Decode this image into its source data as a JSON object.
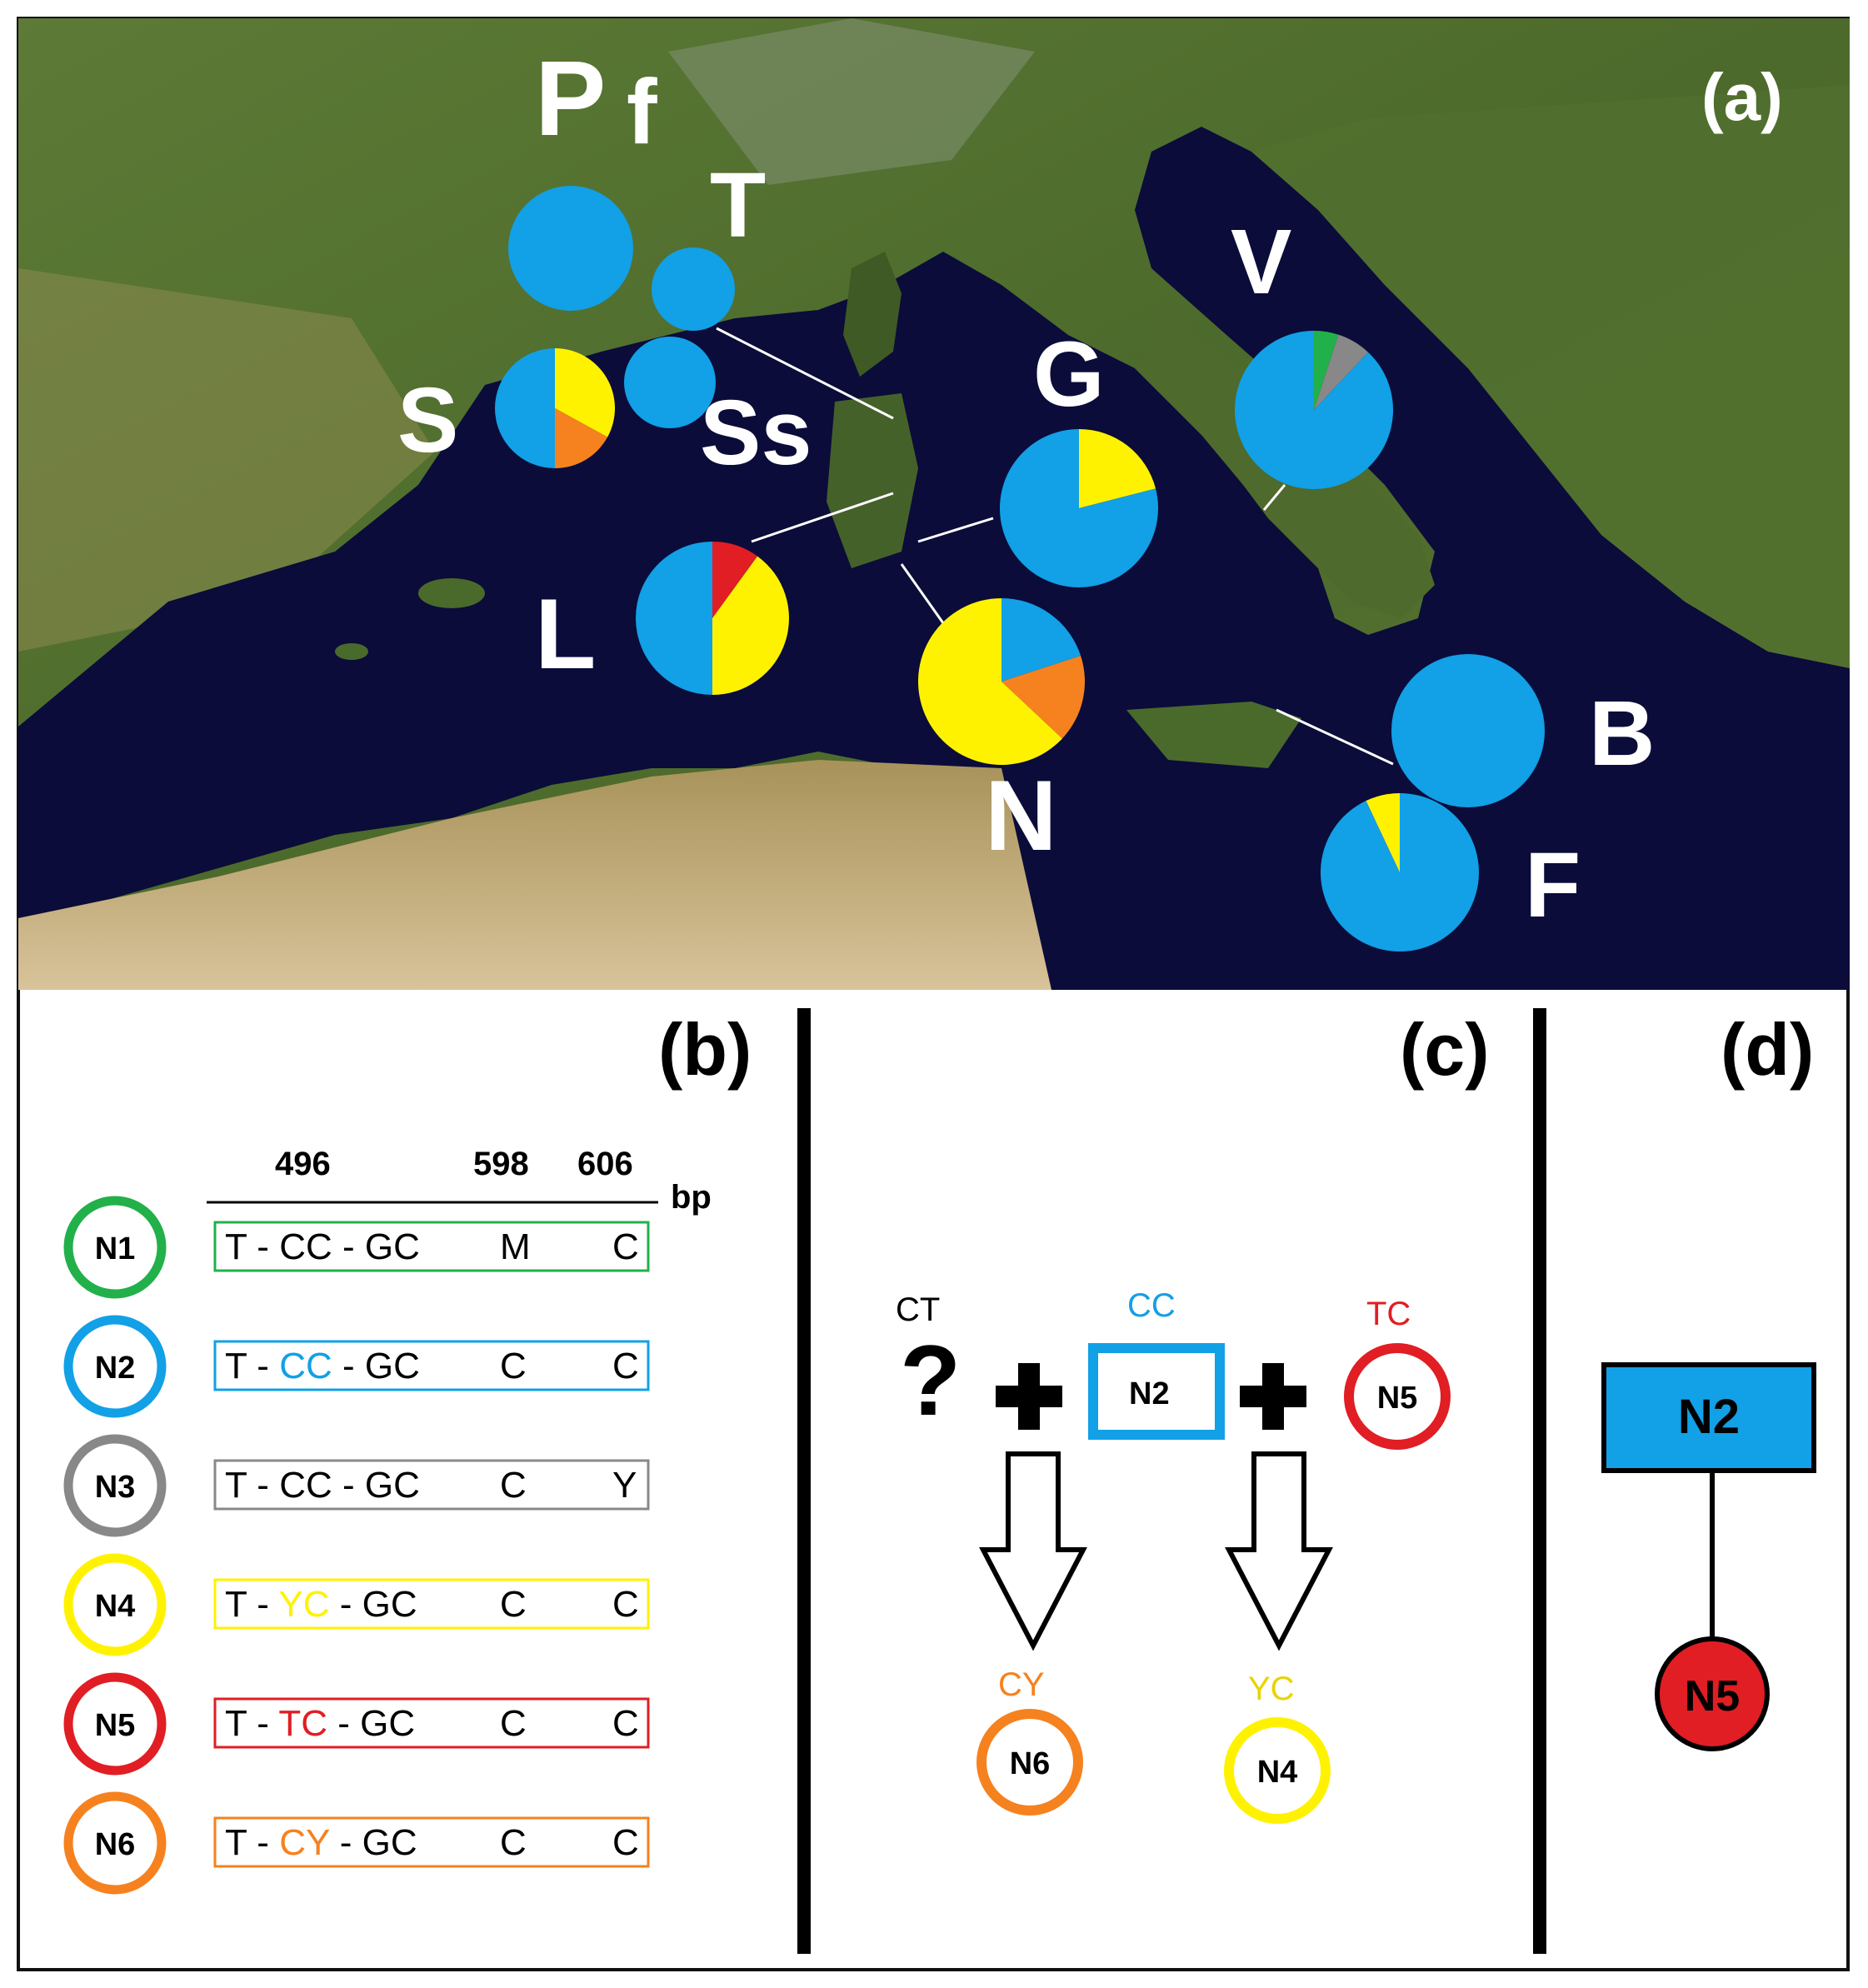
{
  "panels": {
    "a": "(a)",
    "b": "(b)",
    "c": "(c)",
    "d": "(d)"
  },
  "colors": {
    "N1": "#22b04a",
    "N2": "#12a0e6",
    "N3": "#888888",
    "N4": "#fff200",
    "N5": "#e01e24",
    "N6": "#f5821f",
    "sea": "#0b0c3a",
    "land": "#4f6b2e"
  },
  "map_labels": {
    "Pf_P": "P",
    "Pf_f": "f",
    "T": "T",
    "S": "S",
    "Ss": "Ss",
    "G": "G",
    "V": "V",
    "L": "L",
    "N": "N",
    "B": "B",
    "F": "F"
  },
  "populations": [
    {
      "id": "Pf",
      "slices": [
        {
          "hap": "N2",
          "fraction": 1.0
        }
      ]
    },
    {
      "id": "T",
      "slices": [
        {
          "hap": "N2",
          "fraction": 1.0
        }
      ]
    },
    {
      "id": "Ss",
      "slices": [
        {
          "hap": "N2",
          "fraction": 1.0
        }
      ]
    },
    {
      "id": "S",
      "slices": [
        {
          "hap": "N4",
          "fraction": 0.33
        },
        {
          "hap": "N6",
          "fraction": 0.17
        },
        {
          "hap": "N2",
          "fraction": 0.5
        }
      ]
    },
    {
      "id": "G",
      "slices": [
        {
          "hap": "N4",
          "fraction": 0.21
        },
        {
          "hap": "N2",
          "fraction": 0.79
        }
      ]
    },
    {
      "id": "V",
      "slices": [
        {
          "hap": "N1",
          "fraction": 0.05
        },
        {
          "hap": "N3",
          "fraction": 0.07
        },
        {
          "hap": "N2",
          "fraction": 0.88
        }
      ]
    },
    {
      "id": "L",
      "slices": [
        {
          "hap": "N5",
          "fraction": 0.1
        },
        {
          "hap": "N4",
          "fraction": 0.4
        },
        {
          "hap": "N2",
          "fraction": 0.5
        }
      ]
    },
    {
      "id": "N",
      "slices": [
        {
          "hap": "N2",
          "fraction": 0.2
        },
        {
          "hap": "N6",
          "fraction": 0.17
        },
        {
          "hap": "N4",
          "fraction": 0.63
        }
      ]
    },
    {
      "id": "B",
      "slices": [
        {
          "hap": "N2",
          "fraction": 1.0
        }
      ]
    },
    {
      "id": "F",
      "slices": [
        {
          "hap": "N2",
          "fraction": 0.93
        },
        {
          "hap": "N4",
          "fraction": 0.07
        }
      ]
    }
  ],
  "alignment": {
    "positions": [
      "496",
      "598",
      "606"
    ],
    "unit": "bp",
    "rows": [
      {
        "hap": "N1",
        "a": "T - ",
        "b": "CC",
        "c": " - GC",
        "d": "M",
        "e": "C"
      },
      {
        "hap": "N2",
        "a": "T - ",
        "b": "CC",
        "c": " - GC",
        "d": "C",
        "e": "C"
      },
      {
        "hap": "N3",
        "a": "T - ",
        "b": "CC",
        "c": " - GC",
        "d": "C",
        "e": "Y"
      },
      {
        "hap": "N4",
        "a": "T - ",
        "b": "YC",
        "c": " - GC",
        "d": "C",
        "e": "C"
      },
      {
        "hap": "N5",
        "a": "T - ",
        "b": "TC",
        "c": " - GC",
        "d": "C",
        "e": "C"
      },
      {
        "hap": "N6",
        "a": "T - ",
        "b": "CY",
        "c": " - GC",
        "d": "C",
        "e": "C"
      }
    ]
  },
  "panel_c": {
    "ct": "CT",
    "question": "?",
    "plus": "+",
    "cc": "CC",
    "n2": "N2",
    "tc": "TC",
    "n5": "N5",
    "cy": "CY",
    "n6": "N6",
    "yc": "YC",
    "n4": "N4"
  },
  "panel_d": {
    "top": "N2",
    "bottom": "N5"
  }
}
